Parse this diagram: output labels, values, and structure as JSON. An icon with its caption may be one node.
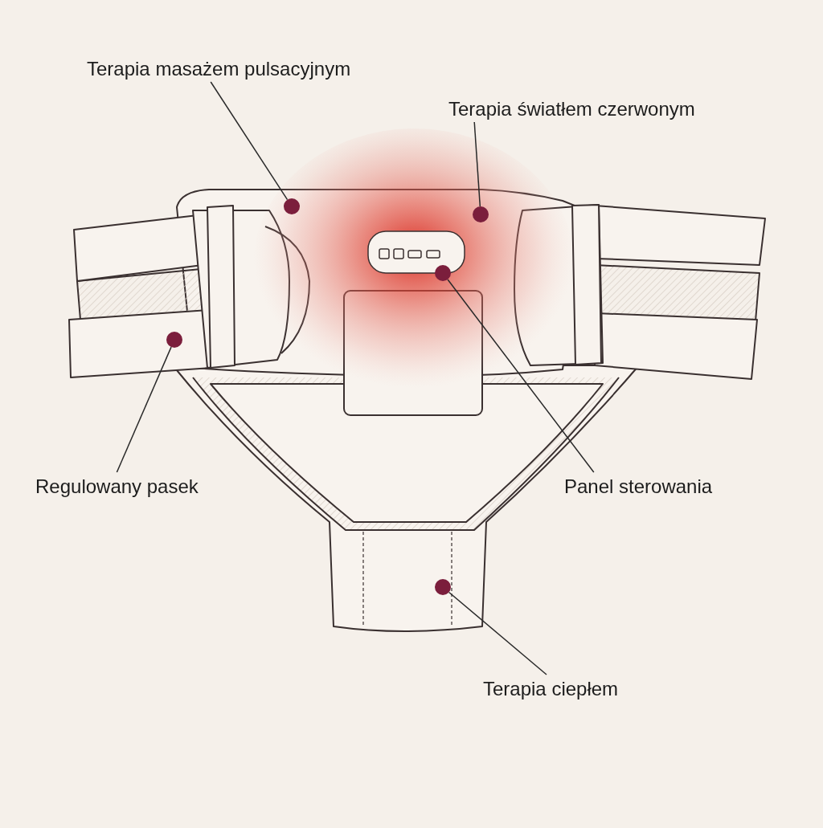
{
  "diagram": {
    "nodes": [
      {
        "text": [
          "Terapia masażem pulsacyjnym"
        ]
      },
      {
        "text": [
          "Terapia światłem czerwonym"
        ]
      },
      {
        "text": [
          "Regulowany pasek"
        ]
      },
      {
        "text": [
          "Panel sterowania"
        ]
      },
      {
        "text": [
          "Terapia ciepłem"
        ]
      },
      {
        "text": [],
        "shape": "circle"
      },
      {
        "text": [],
        "shape": "circle"
      },
      {
        "text": [],
        "shape": "circle"
      },
      {
        "text": [],
        "shape": "circle"
      },
      {
        "text": [],
        "shape": "circle"
      }
    ],
    "edges": [
      {
        "from": 0,
        "to": 5,
        "arrow": "none"
      },
      {
        "from": 1,
        "to": 6,
        "arrow": "none"
      },
      {
        "from": 2,
        "to": 8,
        "arrow": "none"
      },
      {
        "from": 3,
        "to": 7,
        "arrow": "none"
      },
      {
        "from": 4,
        "to": 9,
        "arrow": "none"
      }
    ]
  }
}
